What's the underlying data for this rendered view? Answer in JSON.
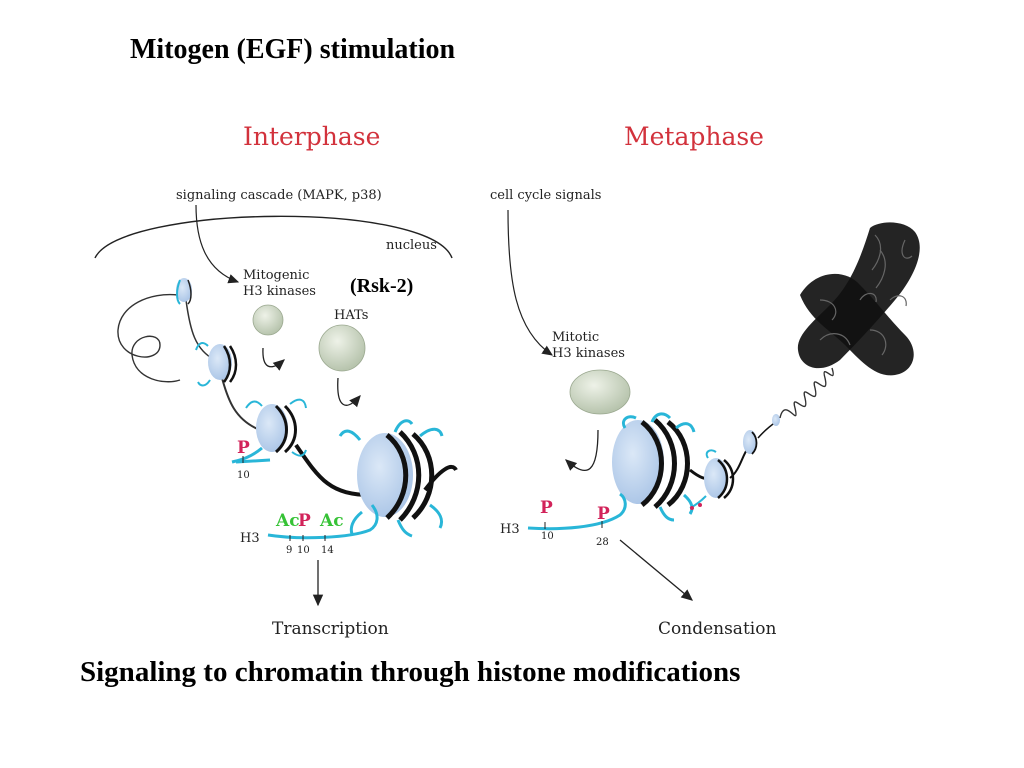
{
  "title": "Mitogen (EGF) stimulation",
  "caption": "Signaling to chromatin through histone modifications",
  "colors": {
    "phase_title": "#d2323c",
    "histone_tail": "#29b6d8",
    "phosphate": "#d2235a",
    "acetyl": "#36c236",
    "nucleosome": "#bcd4ee",
    "enzyme": "#d6e0cc"
  },
  "interphase": {
    "title": "Interphase",
    "signaling": "signaling cascade (MAPK, p38)",
    "nucleus": "nucleus",
    "kinase_line1": "Mitogenic",
    "kinase_line2": "H3 kinases",
    "rsk": "(Rsk-2)",
    "hats": "HATs",
    "p_label": "P",
    "p_pos": "10",
    "h3": "H3",
    "mods": {
      "ac1": "Ac",
      "p": "P",
      "ac2": "Ac"
    },
    "positions": {
      "a": "9",
      "b": "10",
      "c": "14"
    },
    "outcome": "Transcription"
  },
  "metaphase": {
    "title": "Metaphase",
    "signals": "cell cycle signals",
    "kinase_line1": "Mitotic",
    "kinase_line2": "H3 kinases",
    "h3": "H3",
    "p1": "P",
    "p1_pos": "10",
    "p2": "P",
    "p2_pos": "28",
    "outcome": "Condensation"
  }
}
